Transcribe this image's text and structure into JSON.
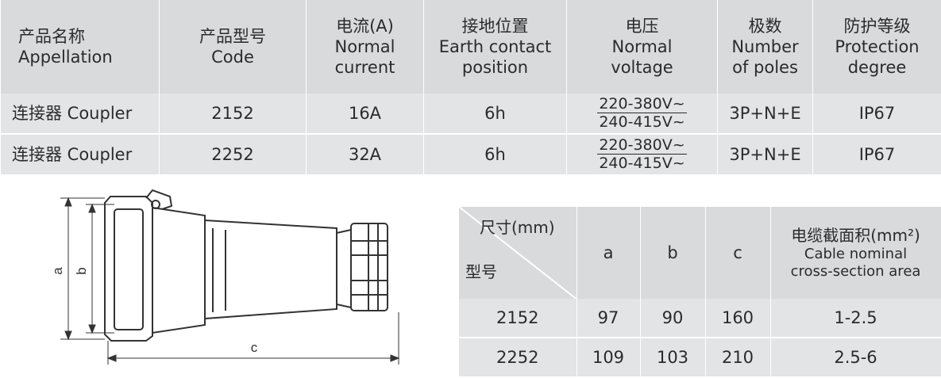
{
  "spec_table": {
    "headers": [
      [
        "产品名称",
        "Appellation"
      ],
      [
        "产品型号",
        "Code"
      ],
      [
        "电流(A)",
        "Normal",
        "current"
      ],
      [
        "接地位置",
        "Earth contact",
        "position"
      ],
      [
        "电压",
        "Normal",
        "voltage"
      ],
      [
        "极数",
        "Number",
        "of poles"
      ],
      [
        "防护等级",
        "Protection",
        "degree"
      ]
    ],
    "rows": [
      {
        "appellation": "连接器 Coupler",
        "code": "2152",
        "current": "16A",
        "earth": "6h",
        "voltage_top": "220-380V~",
        "voltage_bottom": "240-415V~",
        "poles": "3P+N+E",
        "protection": "IP67"
      },
      {
        "appellation": "连接器 Coupler",
        "code": "2252",
        "current": "32A",
        "earth": "6h",
        "voltage_top": "220-380V~",
        "voltage_bottom": "240-415V~",
        "poles": "3P+N+E",
        "protection": "IP67"
      }
    ]
  },
  "drawing": {
    "label_a": "a",
    "label_b": "b",
    "label_c": "c"
  },
  "dim_table": {
    "corner_top": "尺寸(mm)",
    "corner_bottom": "型号",
    "col_a": "a",
    "col_b": "b",
    "col_c": "c",
    "cable_cn": "电缆截面积(mm²)",
    "cable_en1": "Cable nominal",
    "cable_en2": "cross-section area",
    "rows": [
      {
        "model": "2152",
        "a": "97",
        "b": "90",
        "c": "160",
        "cable": "1-2.5"
      },
      {
        "model": "2252",
        "a": "109",
        "b": "103",
        "c": "210",
        "cable": "2.5-6"
      }
    ]
  }
}
